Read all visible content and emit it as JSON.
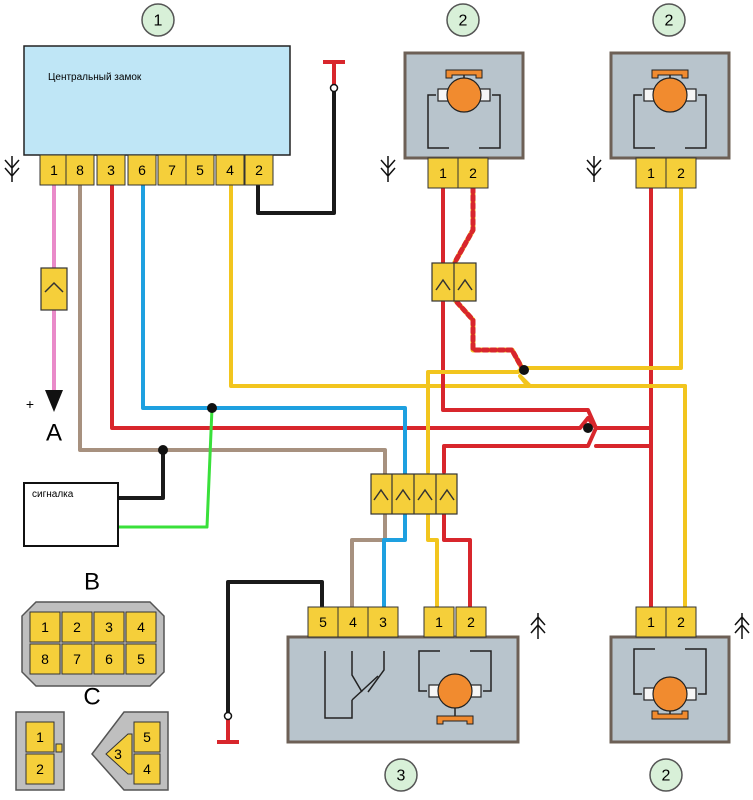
{
  "colors": {
    "red": "#d8262c",
    "yellow": "#f2c51e",
    "blue": "#1ea0e0",
    "tan": "#a7917f",
    "black": "#1a1a1a",
    "green": "#39e03a",
    "pink": "#e98ac9",
    "box_blue": "#bfe6f6",
    "box_gray": "#b8c4cc",
    "connector": "#f5cf3a",
    "motor": "#f18b2f"
  },
  "callouts": {
    "c1": "1",
    "c2a": "2",
    "c2b": "2",
    "c2c": "2",
    "c3": "3"
  },
  "central_lock": {
    "title": "Центральный замок",
    "pins": [
      "1",
      "8",
      "3",
      "6",
      "7",
      "5",
      "4",
      "2"
    ]
  },
  "signal_box": {
    "label": "сигналка"
  },
  "power": {
    "plus": "+",
    "terminal": "A"
  },
  "actuator_tl": {
    "pins": [
      "1",
      "2"
    ]
  },
  "actuator_tr": {
    "pins": [
      "1",
      "2"
    ]
  },
  "actuator_br": {
    "pins": [
      "1",
      "2"
    ]
  },
  "driver_actuator": {
    "pins": [
      "5",
      "4",
      "3",
      "1",
      "2"
    ]
  },
  "connector_b": {
    "letter": "B",
    "top_row": [
      "1",
      "2",
      "3",
      "4"
    ],
    "bottom_row": [
      "8",
      "7",
      "6",
      "5"
    ]
  },
  "connector_c": {
    "letter": "C",
    "left": [
      "1",
      "2"
    ],
    "right": [
      "3",
      "5",
      "4"
    ]
  }
}
